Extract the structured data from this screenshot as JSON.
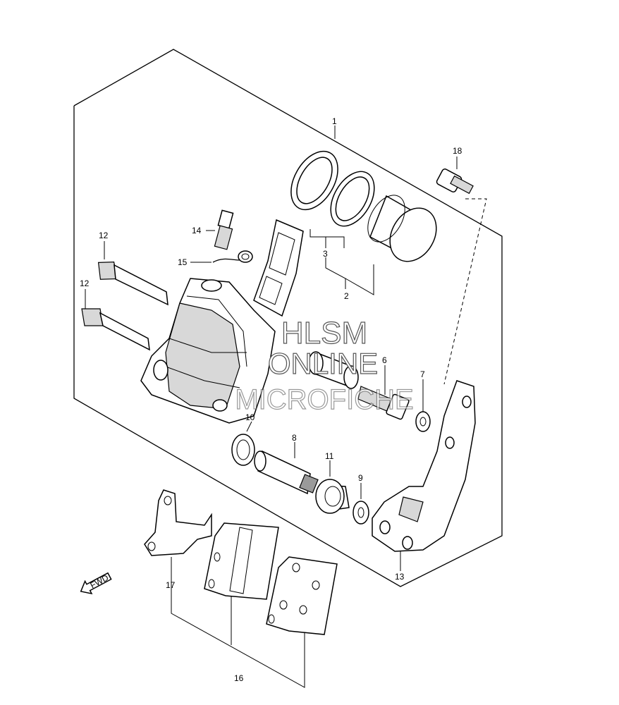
{
  "callouts": {
    "c1": "1",
    "c2": "2",
    "c3": "3",
    "c6": "6",
    "c7": "7",
    "c8": "8",
    "c9": "9",
    "c10": "10",
    "c11": "11",
    "c12a": "12",
    "c12b": "12",
    "c13": "13",
    "c14": "14",
    "c15": "15",
    "c16": "16",
    "c17": "17",
    "c18": "18"
  },
  "watermark": {
    "line1": "HLSM",
    "line2": "ONLINE",
    "line3": "MICROFICHE"
  },
  "direction_arrow": {
    "label": "FWD"
  }
}
